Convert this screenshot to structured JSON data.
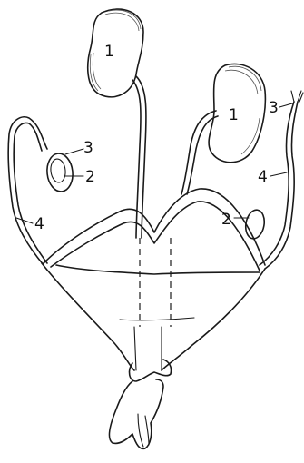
{
  "labels": {
    "kidney_left": "1",
    "kidney_right": "1",
    "gonad_left": "2",
    "gonad_right": "2",
    "duct_left": "3",
    "duct_right": "3",
    "tube_left": "4",
    "tube_right": "4"
  }
}
